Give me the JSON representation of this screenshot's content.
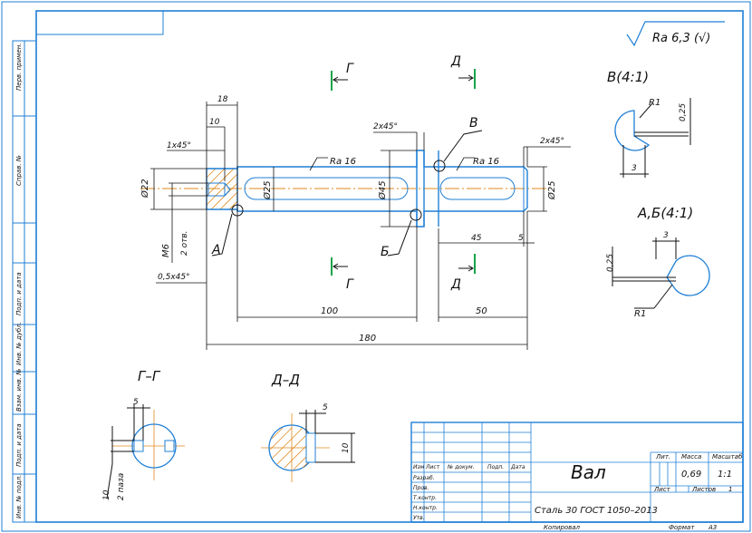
{
  "roughness": {
    "text": "Ra 6,3 (√)"
  },
  "side_labels": [
    "Перв. примен.",
    "Справ. №",
    "Подп. и дата",
    "Инв. № дубл.",
    "Взам. инв. №",
    "Подп. и дата",
    "Инв. № подл."
  ],
  "dims": {
    "d18": "18",
    "d10": "10",
    "ch1": "1x45°",
    "ch2a": "2x45°",
    "ch2b": "2x45°",
    "phi22": "Ø22",
    "phi25a": "Ø25",
    "phi45": "Ø45",
    "phi25b": "Ø25",
    "m6": "M6",
    "holes": "2 отв.",
    "ch05": "0,5x45°",
    "ra16a": "Ra 16",
    "ra16b": "Ra 16",
    "d45": "45",
    "d5": "5",
    "d100": "100",
    "d50": "50",
    "d180": "180"
  },
  "sections": {
    "g_top": "Г",
    "g_bot": "Г",
    "d_top": "Д",
    "d_bot": "Д",
    "title_g": "Г–Г",
    "title_d": "Д–Д",
    "g_5": "5",
    "g_10": "10",
    "g_2paza": "2 паза",
    "d_5": "5",
    "d_10": "10"
  },
  "callouts": {
    "a": "А",
    "b": "Б",
    "v": "В"
  },
  "details": {
    "v_title": "В(4:1)",
    "v_r1": "R1",
    "v_025": "0,25",
    "v_3": "3",
    "ab_title": "А,Б(4:1)",
    "ab_3": "3",
    "ab_025": "0,25",
    "ab_r1": "R1"
  },
  "title_block": {
    "col_izm": "Изм",
    "col_list": "Лист",
    "col_ndok": "№ докум.",
    "col_podp": "Подп.",
    "col_data": "Дата",
    "row_razrab": "Разраб.",
    "row_prov": "Пров.",
    "row_tkontr": "Т.контр.",
    "row_nkontr": "Н.контр.",
    "row_utv": "Утв.",
    "name": "Вал",
    "material": "Сталь 30 ГОСТ 1050–2013",
    "lit_label": "Лит.",
    "mass_label": "Масса",
    "scale_label": "Масштаб",
    "mass": "0,69",
    "scale": "1:1",
    "sheet_label": "Лист",
    "sheets_label": "Листов",
    "sheets": "1",
    "copied": "Копировал",
    "format_label": "Формат",
    "format": "A3"
  }
}
